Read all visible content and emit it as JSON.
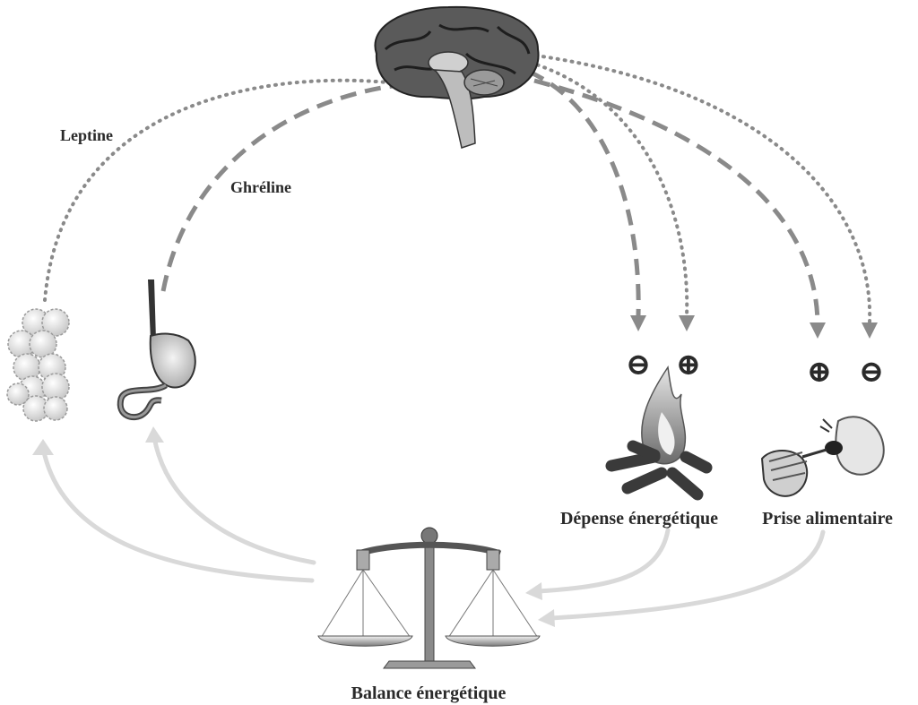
{
  "labels": {
    "leptin": "Leptine",
    "ghrelin": "Ghréline",
    "expenditure": "Dépense énergétique",
    "intake": "Prise alimentaire",
    "balance": "Balance énergétique"
  },
  "symbols": {
    "minus": "⊖",
    "plus": "⊕"
  },
  "colors": {
    "arrow_gray": "#888888",
    "feedback_arrow": "#d9d9d9",
    "text": "#2a2a2a"
  },
  "icons": [
    "brain-icon",
    "fat-cells-icon",
    "stomach-icon",
    "campfire-icon",
    "eating-icon",
    "balance-scale-icon"
  ]
}
